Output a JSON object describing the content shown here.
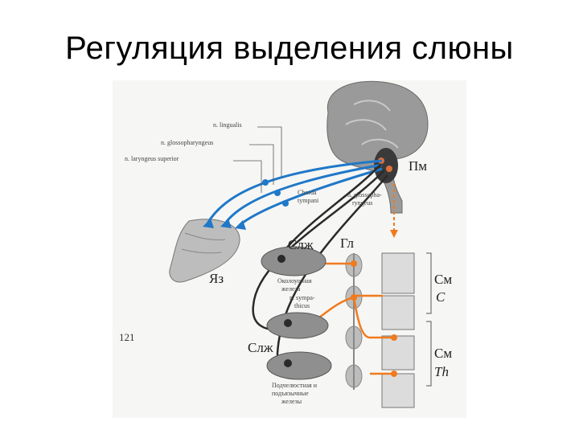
{
  "slide": {
    "title": "Регуляция выделения слюны"
  },
  "figure": {
    "number": "121",
    "nerve_labels": {
      "lingualis": "n. lingualis",
      "glossopharyngeus": "n. glossopharyngeus",
      "laryngeus": "n. laryngeus superior",
      "chorda": "Chorda",
      "chorda2": "tympani",
      "glosso_short1": "n. glossopha-",
      "glosso_short2": "ryngeus",
      "symp1": "n. sympa-",
      "symp2": "thicus"
    },
    "region_labels": {
      "pm": "Пм",
      "gl": "Гл",
      "slzh_top": "Слж",
      "slzh_bottom": "Слж",
      "yaz": "Яз",
      "sm_top": "См",
      "c": "C",
      "sm_bottom": "См",
      "th": "Th"
    },
    "gland_labels": {
      "parotid1": "Околоушная",
      "parotid2": "железа",
      "sub1": "Подчелюстная и",
      "sub2": "подъязычные",
      "sub3": "железы"
    },
    "colors": {
      "blue": "#1f78c8",
      "orange": "#f07a1e",
      "dark": "#2a2a2a",
      "brain": "#9a9a9a",
      "gland": "#8f8f8f"
    }
  }
}
